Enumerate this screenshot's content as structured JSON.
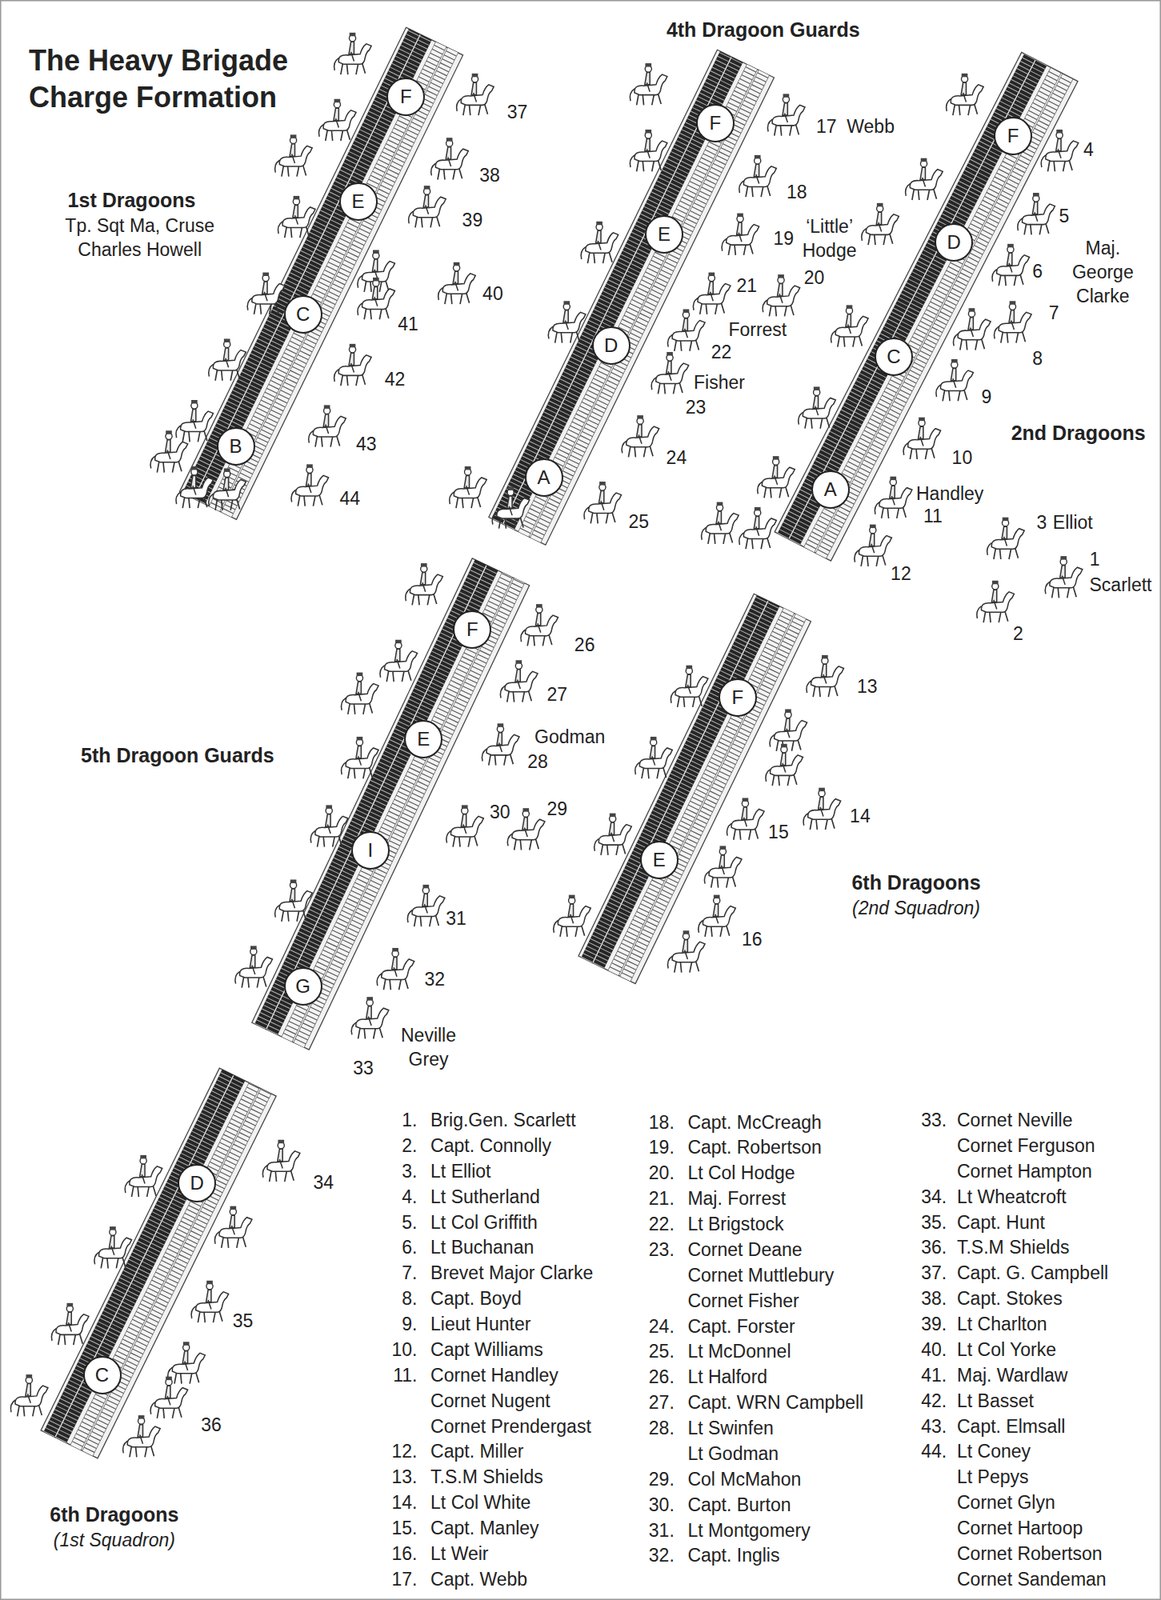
{
  "diagram": {
    "title": "The Heavy Brigade Charge Formation",
    "nodes": [
      {
        "text": [
          "F"
        ]
      },
      {
        "text": [
          "E"
        ]
      },
      {
        "text": [
          "C"
        ]
      },
      {
        "text": [
          "B"
        ]
      },
      {
        "text": [
          "F"
        ]
      },
      {
        "text": [
          "E"
        ]
      },
      {
        "text": [
          "D"
        ]
      },
      {
        "text": [
          "A"
        ]
      },
      {
        "text": [
          "F"
        ]
      },
      {
        "text": [
          "D"
        ]
      },
      {
        "text": [
          "C"
        ]
      },
      {
        "text": [
          "A"
        ]
      },
      {
        "text": [
          "F"
        ]
      },
      {
        "text": [
          "E"
        ]
      },
      {
        "text": [
          "I"
        ]
      },
      {
        "text": [
          "G"
        ]
      },
      {
        "text": [
          "F"
        ]
      },
      {
        "text": [
          "E"
        ]
      },
      {
        "text": [
          "D"
        ]
      },
      {
        "text": [
          "C"
        ]
      }
    ],
    "labels": [
      "1st Dragoons",
      "Tp. Sqt Ma, Cruse Charles Howell",
      "37",
      "38",
      "39",
      "40",
      "41",
      "42",
      "43",
      "44",
      "4th Dragoon Guards",
      "17",
      "Webb",
      "18",
      "19",
      "‘Little’ Hodge",
      "20",
      "21",
      "Forrest",
      "22",
      "Fisher",
      "23",
      "24",
      "25",
      "4",
      "5",
      "6",
      "Maj. George Clarke",
      "7",
      "8",
      "9",
      "2nd Dragoons",
      "10",
      "Handley",
      "11",
      "3",
      "Elliot",
      "12",
      "1",
      "Scarlett",
      "2",
      "26",
      "27",
      "Godman",
      "28",
      "5th Dragoon Guards",
      "30",
      "29",
      "31",
      "32",
      "Neville Grey",
      "33",
      "13",
      "14",
      "15",
      "6th Dragoons",
      "(2nd Squadron)",
      "16",
      "34",
      "35",
      "36",
      "6th Dragoons",
      "(1st Squadron)",
      "1.",
      "Brig.Gen. Scarlett",
      "2.",
      "Capt. Connolly",
      "3.",
      "Lt Elliot",
      "4.",
      "Lt Sutherland",
      "5.",
      "Lt Col Griffith",
      "6.",
      "Lt Buchanan",
      "7.",
      "Brevet Major Clarke",
      "8.",
      "Capt. Boyd",
      "9.",
      "Lieut Hunter",
      "10.",
      "Capt Williams",
      "11.",
      "Cornet Handley",
      "Cornet Nugent",
      "Cornet Prendergast",
      "12.",
      "Capt. Miller",
      "13.",
      "T.S.M Shields",
      "14.",
      "Lt Col White",
      "15.",
      "Capt. Manley",
      "16.",
      "Lt Weir",
      "17.",
      "Capt. Webb",
      "18.",
      "Capt. McCreagh",
      "19.",
      "Capt. Robertson",
      "20.",
      "Lt Col Hodge",
      "21.",
      "Maj. Forrest",
      "22.",
      "Lt Brigstock",
      "23.",
      "Cornet Deane",
      "Cornet Muttlebury",
      "Cornet Fisher",
      "24.",
      "Capt. Forster",
      "25.",
      "Lt McDonnel",
      "26.",
      "Lt Halford",
      "27.",
      "Capt. WRN Campbell",
      "28.",
      "Lt Swinfen",
      "Lt Godman",
      "29.",
      "Col McMahon",
      "30.",
      "Capt. Burton",
      "31.",
      "Lt Montgomery",
      "32.",
      "Capt. Inglis",
      "33.",
      "Cornet Neville",
      "Cornet Ferguson",
      "Cornet Hampton",
      "34.",
      "Lt Wheatcroft",
      "35.",
      "Capt. Hunt",
      "36.",
      "T.S.M Shields",
      "37.",
      "Capt. G. Campbell",
      "38.",
      "Capt. Stokes",
      "39.",
      "Lt Charlton",
      "40.",
      "Lt Col Yorke",
      "41.",
      "Maj. Wardlaw",
      "42.",
      "Lt Basset",
      "43.",
      "Capt. Elmsall",
      "44.",
      "Lt Coney",
      "Lt Pepys",
      "Cornet Glyn",
      "Cornet Hartoop",
      "Cornet Robertson",
      "Cornet Sandeman"
    ]
  }
}
